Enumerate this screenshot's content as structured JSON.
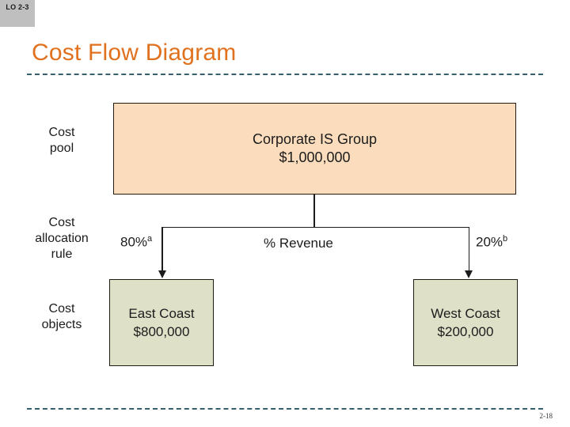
{
  "badge": {
    "text": "LO 2-3"
  },
  "title": "Cost Flow Diagram",
  "page_number": "2-18",
  "colors": {
    "title_orange": "#e0711f",
    "rule_blue": "#36606e",
    "badge_gray": "#bfbfbf",
    "pool_box_fill": "#fbdcbc",
    "object_box_fill": "#dfe0c8",
    "line_black": "#1c1c1c"
  },
  "diagram": {
    "row_labels": [
      {
        "id": "cost-pool",
        "line_1": "Cost",
        "line_2": "pool",
        "line_3": ""
      },
      {
        "id": "cost-allocation-rule",
        "line_1": "Cost",
        "line_2": "allocation",
        "line_3": "rule"
      },
      {
        "id": "cost-objects",
        "line_1": "Cost",
        "line_2": "objects",
        "line_3": ""
      }
    ],
    "cost_pool_box": {
      "name": "Corporate IS Group",
      "amount": "$1,000,000"
    },
    "allocation": {
      "basis_label": "% Revenue",
      "left_rate": "80%",
      "left_footnote": "a",
      "right_rate": "20%",
      "right_footnote": "b"
    },
    "cost_object_boxes": [
      {
        "name": "East Coast",
        "amount": "$800,000"
      },
      {
        "name": "West Coast",
        "amount": "$200,000"
      }
    ]
  }
}
